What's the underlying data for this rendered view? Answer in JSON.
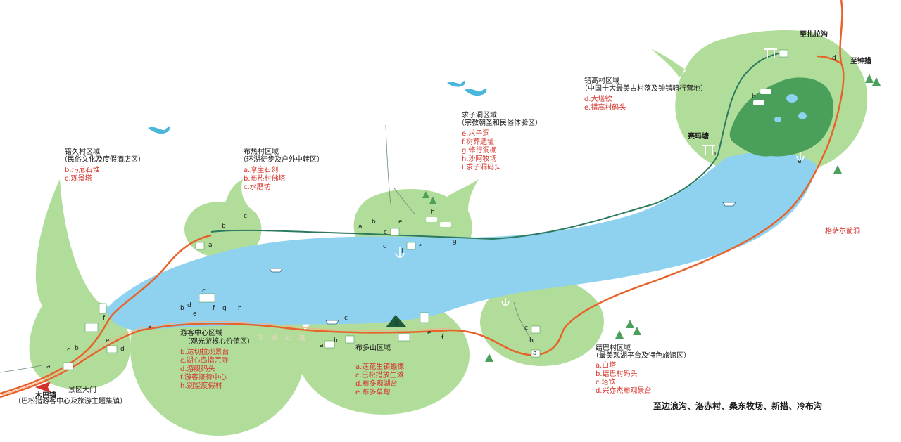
{
  "map": {
    "lake_name": "",
    "road_label": "环 湖 公 路",
    "colors": {
      "lake": "#8ed2ef",
      "zone": "#a9d98f",
      "forest": "#4aa05a",
      "road": "#e8632a",
      "trail": "#2b7a5f",
      "poi_text": "#d4332b"
    }
  },
  "zones": {
    "cuojiu": {
      "title": "错久村区域",
      "subtitle": "（民俗文化及度假酒店区）",
      "pois": [
        "b.玛尼石堆",
        "c.观景塔"
      ]
    },
    "bure": {
      "title": "布热村区域",
      "subtitle": "（环湖徒步及户外中转区）",
      "pois": [
        "a.摩崖石刻",
        "b.布热村佛塔",
        "c.水磨坊"
      ]
    },
    "qiuzi": {
      "title": "求子洞区域",
      "subtitle": "（宗教朝圣和民俗体验区）",
      "pois": [
        "e.求子洞",
        "f.树葬遗址",
        "g.修行洞棚",
        "h.沙阿牧场",
        "i.求子洞码头"
      ]
    },
    "cuogao": {
      "title": "错高村区域",
      "subtitle": "（中国十大最美古村落及钟错骑行营地）",
      "pois": [
        "d.大塔钦",
        "e.错高村码头"
      ]
    },
    "visitor": {
      "title": "游客中心区域",
      "subtitle": "（观光游核心价值区）",
      "pois": [
        "b.达切拉观景台",
        "c.湖心岛措宗寺",
        "d.游艇码头",
        "f.游客接待中心",
        "h.别墅度假村"
      ]
    },
    "buduoshan": {
      "title": "布多山区域",
      "pois": [
        "a.莲花生镇蟠像",
        "c.巴松措放生滩",
        "d.布多观湖台",
        "e.布多草甸"
      ]
    },
    "jieba": {
      "title": "结巴村区域",
      "subtitle": "（最美观湖平台及特色旅馆区）",
      "pois": [
        "a.白塔",
        "b.结巴村码头",
        "c.塔钦",
        "d.兴亦杰布观景台"
      ]
    }
  },
  "places": {
    "zhazhala": "至扎拉沟",
    "zhongcuo": "至钟措",
    "saima": "赛玛塘",
    "gesa": "格萨尔箭洞",
    "jingqu": "景区大门",
    "muba": "木巴镇",
    "muba_sub": "（巴松措游客中心及旅游主题集镇）",
    "bottom_note": "至边浪沟、洛赤村、桑东牧场、新措、冷布沟"
  },
  "markers": {
    "cuojiu": [
      "a",
      "b",
      "c",
      "d",
      "e",
      "f"
    ],
    "bure": [
      "a",
      "b",
      "c"
    ],
    "qiuzi": [
      "a",
      "b",
      "c",
      "d",
      "e",
      "f",
      "g",
      "h",
      "i"
    ],
    "cuogao": [
      "b",
      "c",
      "d",
      "e"
    ],
    "visitor": [
      "a",
      "b",
      "c",
      "d",
      "e",
      "f",
      "g",
      "h"
    ],
    "buduoshan": [
      "a",
      "b",
      "c",
      "d",
      "e",
      "f"
    ],
    "jieba": [
      "a",
      "b",
      "c"
    ]
  }
}
